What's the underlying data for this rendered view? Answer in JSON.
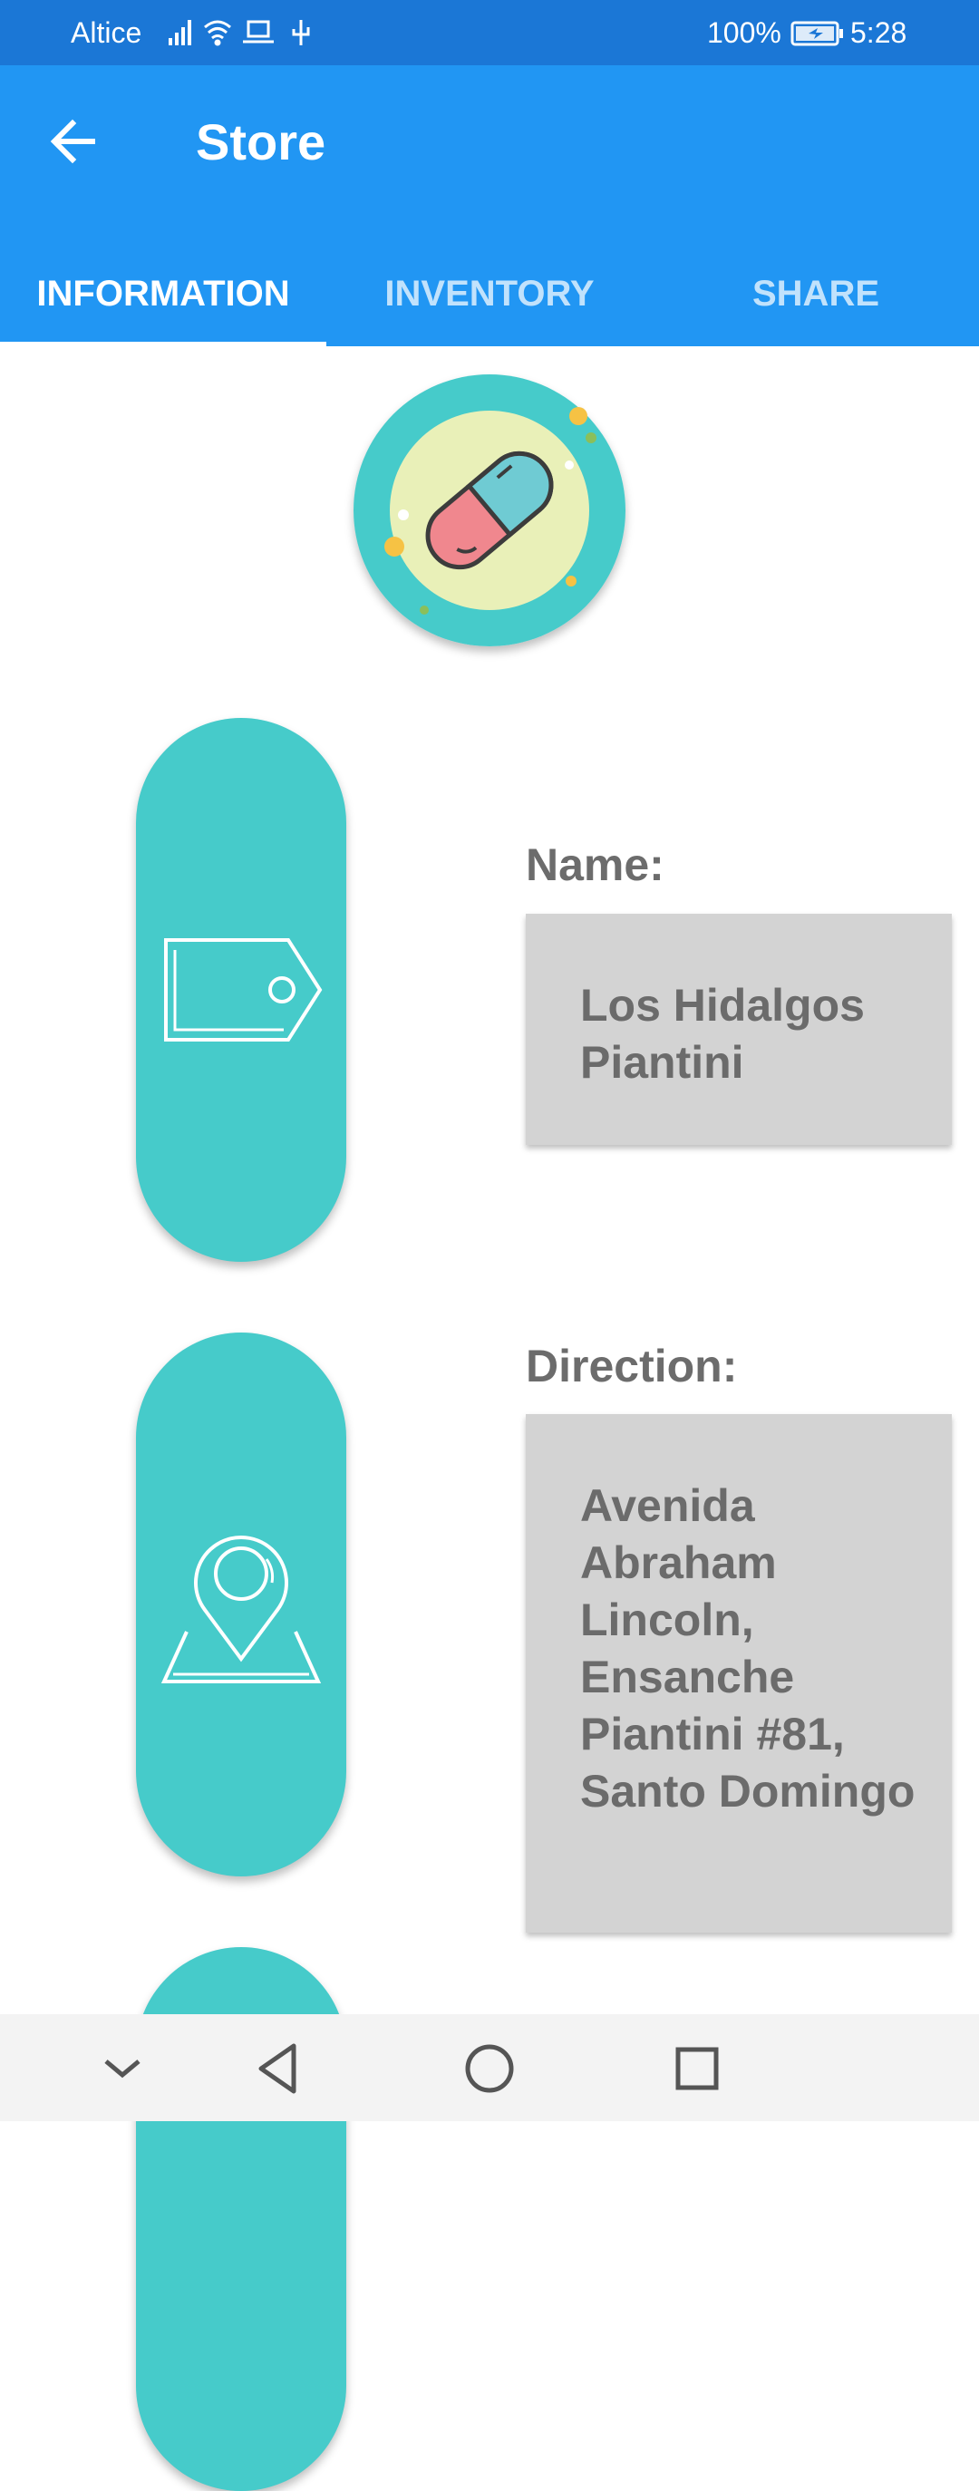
{
  "status_bar": {
    "carrier": "Altice",
    "battery_percent": "100%",
    "time": "5:28",
    "icons": [
      "signal-icon",
      "wifi-icon",
      "laptop-icon",
      "usb-icon",
      "battery-charging-icon"
    ]
  },
  "app_bar": {
    "title": "Store",
    "back_icon": "arrow-left-icon",
    "background_color": "#2196f3"
  },
  "tabs": [
    {
      "label": "INFORMATION",
      "selected": true
    },
    {
      "label": "INVENTORY",
      "selected": false
    },
    {
      "label": "SHARE",
      "selected": false
    }
  ],
  "store": {
    "logo_icon": "pill-capsule-icon",
    "accent_color": "#46cbca"
  },
  "fields": [
    {
      "label": "Name:",
      "value": "Los Hidalgos Piantini",
      "icon": "price-tag-icon"
    },
    {
      "label": "Direction:",
      "value": "Avenida Abraham Lincoln, Ensanche Piantini #81, Santo Domingo",
      "icon": "map-pin-icon"
    }
  ],
  "nav_bar": {
    "buttons": [
      "chevron-down-icon",
      "back-triangle-icon",
      "home-circle-icon",
      "recents-square-icon"
    ]
  }
}
